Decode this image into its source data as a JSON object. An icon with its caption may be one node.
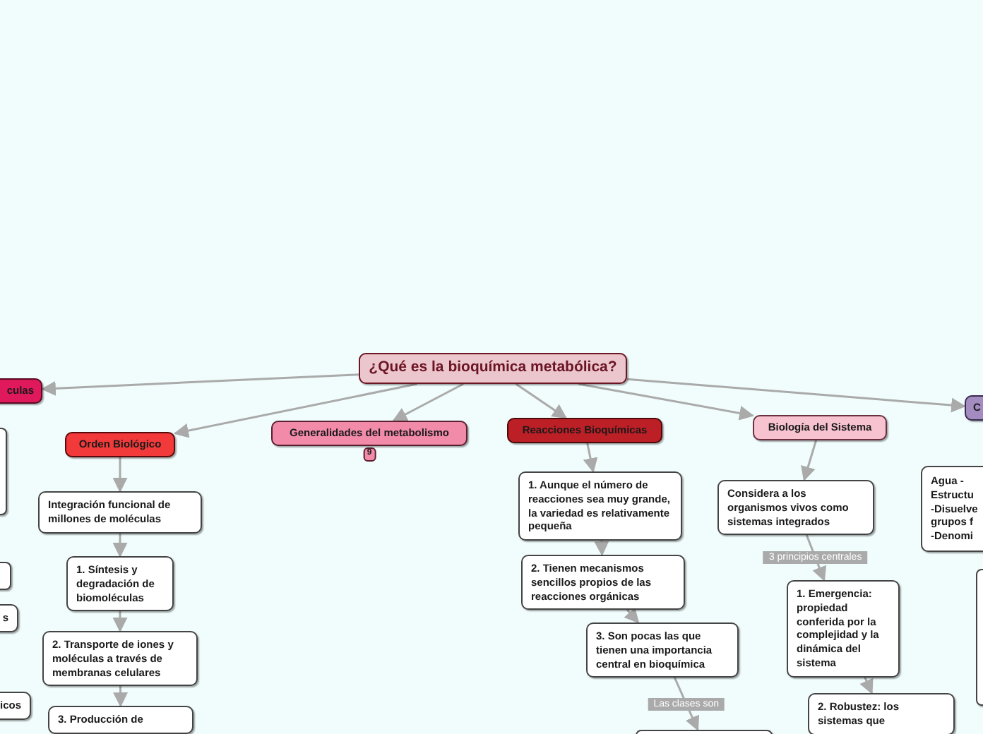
{
  "diagram": {
    "nodes": [
      {
        "text": [
          "¿Qué es la bioquímica metabólica?"
        ]
      },
      {
        "text": [
          "culas"
        ]
      },
      {
        "text": [
          "Orden Biológico"
        ]
      },
      {
        "text": [
          "Generalidades del metabolismo"
        ],
        "beside": [
          "9"
        ]
      },
      {
        "text": [
          "Reacciones Bioquímicas"
        ]
      },
      {
        "text": [
          "Biología del Sistema"
        ]
      },
      {
        "text": [
          "C"
        ]
      },
      {
        "text": [
          "Integración funcional de millones de moléculas"
        ]
      },
      {
        "text": [
          "1. Síntesis y degradación de biomoléculas"
        ]
      },
      {
        "text": [
          "2. Transporte de iones y moléculas a través de membranas celulares"
        ]
      },
      {
        "text": [
          "3. Producción de"
        ]
      },
      {
        "text": [
          "1. Aunque el número de reacciones sea muy grande, la variedad es relativamente pequeña"
        ]
      },
      {
        "text": [
          "2. Tienen mecanismos sencillos propios de las reacciones orgánicas"
        ]
      },
      {
        "text": [
          "3. Son pocas las que tienen una importancia central en bioquímica"
        ]
      },
      {
        "text": [],
        "shape": "box"
      },
      {
        "text": [
          "Considera a los organismos vivos como sistemas integrados"
        ]
      },
      {
        "text": [
          "1. Emergencia: propiedad conferida por la complejidad y la dinámica del sistema"
        ]
      },
      {
        "text": [
          "2. Robustez: los sistemas que"
        ]
      },
      {
        "text": [
          "Agua -Estructu -Disuelve grupos f -Denomi"
        ]
      },
      {
        "text": [],
        "shape": "box"
      },
      {
        "text": [],
        "shape": "box"
      },
      {
        "text": [],
        "shape": "box"
      },
      {
        "text": [
          "s"
        ]
      },
      {
        "text": [
          "icos"
        ]
      }
    ],
    "edges": [
      {
        "from": 0,
        "to": 1,
        "arrow": "to"
      },
      {
        "from": 0,
        "to": 2,
        "arrow": "to"
      },
      {
        "from": 0,
        "to": 3,
        "arrow": "to"
      },
      {
        "from": 0,
        "to": 4,
        "arrow": "to"
      },
      {
        "from": 0,
        "to": 5,
        "arrow": "to"
      },
      {
        "from": 0,
        "to": 6,
        "arrow": "to"
      },
      {
        "from": 2,
        "to": 7,
        "arrow": "to"
      },
      {
        "from": 7,
        "to": 8,
        "arrow": "to"
      },
      {
        "from": 8,
        "to": 9,
        "arrow": "to"
      },
      {
        "from": 9,
        "to": 10,
        "arrow": "to"
      },
      {
        "from": 4,
        "to": 11,
        "arrow": "to"
      },
      {
        "from": 11,
        "to": 12,
        "arrow": "to"
      },
      {
        "from": 12,
        "to": 13,
        "arrow": "to"
      },
      {
        "from": 13,
        "to": 14,
        "arrow": "to",
        "label": "Las clases son"
      },
      {
        "from": 5,
        "to": 15,
        "arrow": "to"
      },
      {
        "from": 15,
        "to": 16,
        "arrow": "to",
        "label": "3 principios centrales"
      },
      {
        "from": 16,
        "to": 17,
        "arrow": "to"
      }
    ]
  }
}
